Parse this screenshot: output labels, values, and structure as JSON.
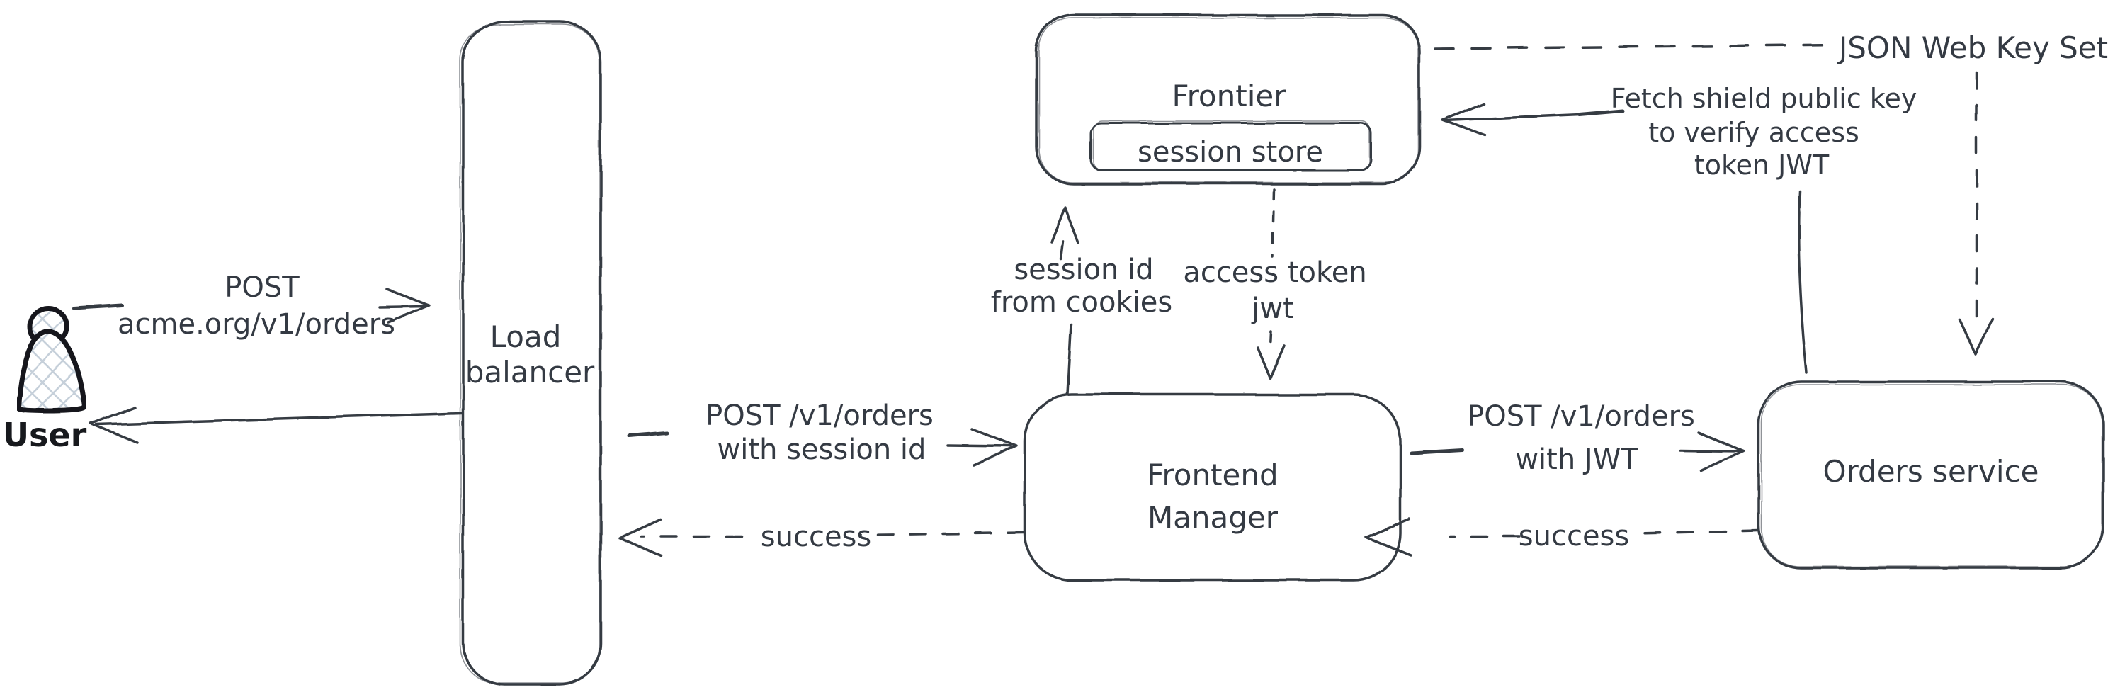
{
  "colors": {
    "ink": "#343a43",
    "user_ink": "#17191d",
    "hatch_fill": "#c6d0da",
    "background": "#ffffff"
  },
  "nodes": {
    "user": {
      "label": "User"
    },
    "load_balancer": {
      "lines": [
        "Load",
        "balancer"
      ]
    },
    "frontier": {
      "label": "Frontier"
    },
    "session_store": {
      "label": "session store"
    },
    "frontend_manager": {
      "lines": [
        "Frontend",
        "Manager"
      ]
    },
    "orders_service": {
      "label": "Orders service"
    },
    "json_web_key_set": {
      "label": "JSON Web Key Set"
    }
  },
  "edges": {
    "user_to_lb": {
      "style": "solid",
      "lines": [
        "POST",
        "acme.org/v1/orders"
      ]
    },
    "lb_to_user": {
      "style": "solid",
      "lines": []
    },
    "lb_to_fm": {
      "style": "solid",
      "lines": [
        "POST /v1/orders",
        "with session id"
      ]
    },
    "fm_to_lb": {
      "style": "dashed",
      "lines": [
        "success"
      ]
    },
    "fm_to_frontier": {
      "style": "solid",
      "lines": [
        "session id",
        "from cookies"
      ]
    },
    "frontier_to_fm": {
      "style": "dashed",
      "lines": [
        "access token",
        "jwt"
      ]
    },
    "fm_to_orders": {
      "style": "solid",
      "lines": [
        "POST /v1/orders",
        "with JWT"
      ]
    },
    "orders_to_fm": {
      "style": "dashed",
      "lines": [
        "success"
      ]
    },
    "frontier_to_jwks": {
      "style": "dashed",
      "lines": []
    },
    "jwks_to_orders": {
      "style": "dashed",
      "lines": []
    },
    "orders_to_frontier": {
      "style": "solid",
      "lines": [
        "Fetch shield public key",
        "to verify access",
        "token JWT"
      ]
    }
  }
}
